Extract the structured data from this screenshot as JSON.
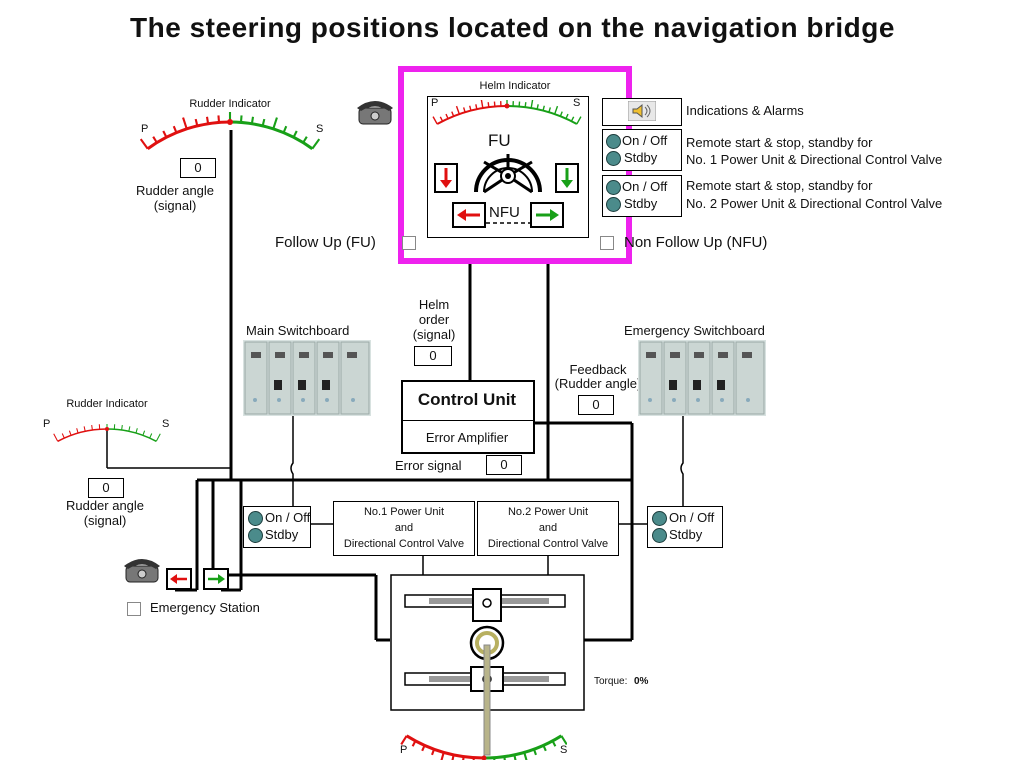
{
  "title": "The steering positions located on the navigation bridge",
  "helm_indicator": {
    "label": "Helm Indicator",
    "port": "P",
    "stbd": "S",
    "fu": "FU",
    "nfu": "NFU"
  },
  "alarm_panel": {
    "indications_label": "Indications & Alarms",
    "unit1": {
      "onoff": "On / Off",
      "stdby": "Stdby",
      "desc_line1": "Remote start & stop, standby for",
      "desc_line2": "No. 1 Power Unit & Directional Control Valve"
    },
    "unit2": {
      "onoff": "On / Off",
      "stdby": "Stdby",
      "desc_line1": "Remote start & stop, standby for",
      "desc_line2": "No. 2 Power Unit & Directional Control Valve"
    }
  },
  "mode": {
    "follow_up": "Follow Up (FU)",
    "non_follow_up": "Non Follow Up (NFU)"
  },
  "rudder_indicator_top": {
    "label": "Rudder Indicator",
    "port": "P",
    "stbd": "S",
    "value": "0",
    "caption1": "Rudder angle",
    "caption2": "(signal)"
  },
  "rudder_indicator_left": {
    "label": "Rudder Indicator",
    "port": "P",
    "stbd": "S",
    "value": "0",
    "caption1": "Rudder angle",
    "caption2": "(signal)"
  },
  "helm_order": {
    "line1": "Helm",
    "line2": "order",
    "line3": "(signal)",
    "value": "0"
  },
  "feedback": {
    "line1": "Feedback",
    "line2": "(Rudder angle)",
    "value": "0"
  },
  "control_unit": {
    "title": "Control Unit",
    "amp": "Error Amplifier"
  },
  "error_signal": {
    "label": "Error signal",
    "value": "0"
  },
  "main_switchboard": {
    "label": "Main Switchboard"
  },
  "emergency_switchboard": {
    "label": "Emergency Switchboard"
  },
  "power_unit_1": {
    "line1": "No.1 Power Unit",
    "line2": "and",
    "line3": "Directional Control Valve"
  },
  "power_unit_2": {
    "line1": "No.2 Power Unit",
    "line2": "and",
    "line3": "Directional Control Valve"
  },
  "local_ctrl_1": {
    "onoff": "On / Off",
    "stdby": "Stdby"
  },
  "local_ctrl_2": {
    "onoff": "On / Off",
    "stdby": "Stdby"
  },
  "emergency_station": {
    "label": "Emergency Station"
  },
  "torque": {
    "label": "Torque:",
    "value": "0%"
  },
  "bottom_scale": {
    "port": "P",
    "stbd": "S"
  },
  "colors": {
    "highlight": "#ee22ee",
    "port_red": "#e01010",
    "stbd_green": "#18a018",
    "teal": "#4b8b8b"
  }
}
